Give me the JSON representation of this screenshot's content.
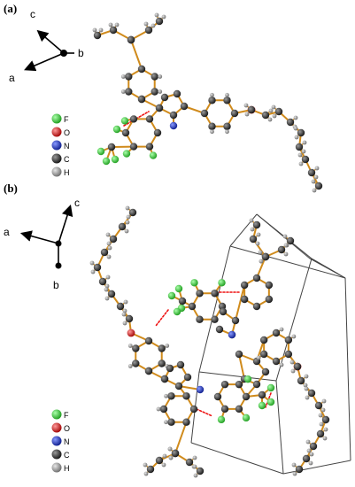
{
  "figure": {
    "panels": [
      {
        "label": "(a)",
        "axes": {
          "a": "a",
          "b": "b",
          "c": "c"
        },
        "legend": [
          {
            "element": "F",
            "color": "#33cc33"
          },
          {
            "element": "O",
            "color": "#dd1111"
          },
          {
            "element": "N",
            "color": "#1133cc"
          },
          {
            "element": "C",
            "color": "#333333"
          },
          {
            "element": "H",
            "color": "#555555"
          }
        ]
      },
      {
        "label": "(b)",
        "axes": {
          "a": "a",
          "b": "b",
          "c": "c"
        },
        "legend": [
          {
            "element": "F",
            "color": "#33cc33"
          },
          {
            "element": "O",
            "color": "#dd1111"
          },
          {
            "element": "N",
            "color": "#1133cc"
          },
          {
            "element": "C",
            "color": "#333333"
          },
          {
            "element": "H",
            "color": "#555555"
          }
        ]
      }
    ],
    "colors": {
      "bond": "#d08b1c",
      "hbond": "#ee1111",
      "carbon": "#2b2b2b",
      "hydrogen": "#8a8a8a",
      "fluorine": "#2ecc40",
      "nitrogen": "#1a2fbf",
      "oxygen": "#e01b1b",
      "cell": "#444444"
    }
  }
}
